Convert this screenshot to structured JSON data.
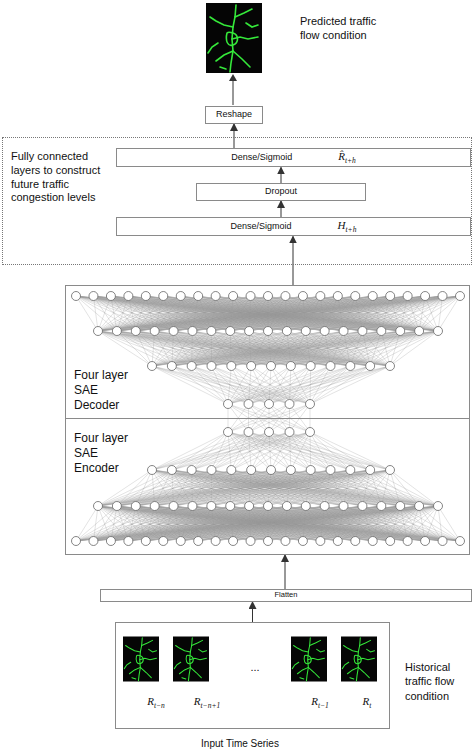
{
  "diagram": {
    "nodes": [
      {
        "text": [
          "Reshape"
        ]
      },
      {
        "text": [
          "Fully connected layers to construct future traffic congestion levels"
        ]
      },
      {
        "text": [
          "Dense/Sigmoid",
          "R̂t+h"
        ],
        "in": 1
      },
      {
        "text": [
          "Dropout"
        ],
        "in": 1
      },
      {
        "text": [
          "Dense/Sigmoid",
          "Ht+h"
        ],
        "in": 1
      },
      {
        "text": [
          "Four layer SAE Decoder"
        ]
      },
      {
        "text": [
          "Four layer SAE Encoder"
        ]
      },
      {
        "text": [
          "Flatten"
        ]
      },
      {
        "text": [
          "Rt−n",
          "Rt−n+1",
          "...",
          "Rt−1",
          "Rt"
        ]
      }
    ],
    "edges": [
      {
        "from": 4,
        "to": 3,
        "arrow": "to"
      },
      {
        "from": 3,
        "to": 2,
        "arrow": "to"
      },
      {
        "from": 2,
        "to": 0,
        "arrow": "to"
      },
      {
        "from": 5,
        "to": 4,
        "arrow": "to"
      },
      {
        "from": 7,
        "to": 6,
        "arrow": "to"
      },
      {
        "from": 8,
        "to": 7,
        "arrow": "to"
      }
    ],
    "labels": [
      "Predicted traffic flow condition",
      "Historical traffic flow condition",
      "Input Time Series"
    ]
  }
}
